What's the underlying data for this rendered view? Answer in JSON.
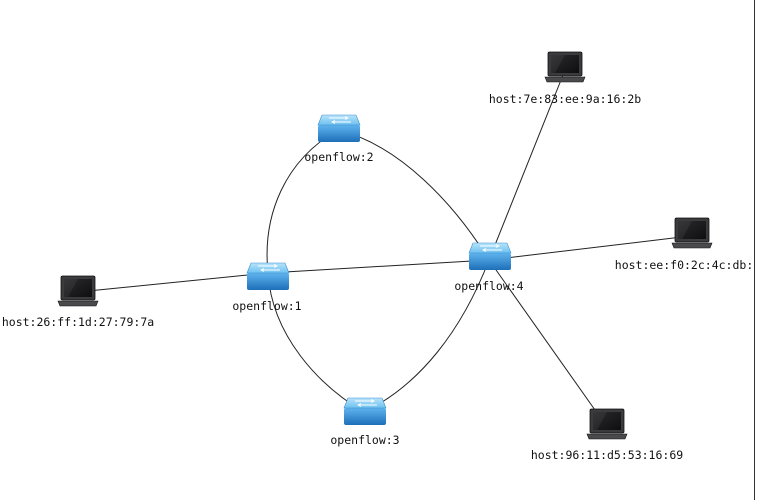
{
  "topology": {
    "switches": [
      {
        "id": "openflow:1",
        "label": "openflow:1"
      },
      {
        "id": "openflow:2",
        "label": "openflow:2"
      },
      {
        "id": "openflow:3",
        "label": "openflow:3"
      },
      {
        "id": "openflow:4",
        "label": "openflow:4"
      }
    ],
    "hosts": [
      {
        "id": "h1",
        "label": "host:26:ff:1d:27:79:7a"
      },
      {
        "id": "h2",
        "label": "host:7e:83:ee:9a:16:2b"
      },
      {
        "id": "h3",
        "label": "host:ee:f0:2c:4c:db:"
      },
      {
        "id": "h4",
        "label": "host:96:11:d5:53:16:69"
      }
    ],
    "links": [
      {
        "from": "openflow:1",
        "to": "openflow:2"
      },
      {
        "from": "openflow:2",
        "to": "openflow:4"
      },
      {
        "from": "openflow:1",
        "to": "openflow:3"
      },
      {
        "from": "openflow:3",
        "to": "openflow:4"
      },
      {
        "from": "openflow:1",
        "to": "openflow:4"
      },
      {
        "from": "h1",
        "to": "openflow:1"
      },
      {
        "from": "h2",
        "to": "openflow:4"
      },
      {
        "from": "h3",
        "to": "openflow:4"
      },
      {
        "from": "h4",
        "to": "openflow:4"
      }
    ],
    "colors": {
      "switch_top": "#8fd0f5",
      "switch_body": "#2d86cf",
      "laptop_screen": "#1b1b1d",
      "laptop_body": "#3a3a3c",
      "link": "#222222"
    }
  }
}
